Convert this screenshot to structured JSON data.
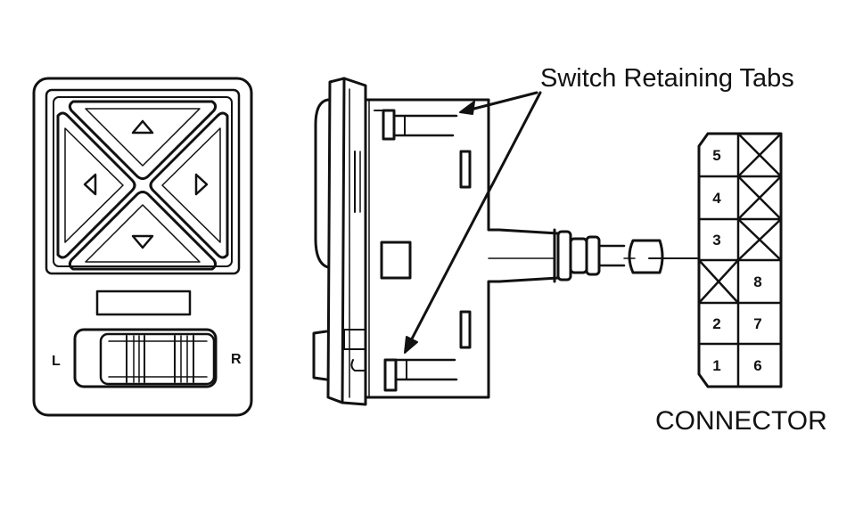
{
  "callout": {
    "label": "Switch Retaining Tabs"
  },
  "connector": {
    "title": "CONNECTOR",
    "pins_left": [
      "5",
      "4",
      "3",
      "",
      "2",
      "1"
    ],
    "pins_right": [
      "",
      "",
      "",
      "8",
      "7",
      "6"
    ]
  },
  "front_view": {
    "left_label": "L",
    "right_label": "R"
  },
  "colors": {
    "line": "#111111",
    "background": "#ffffff"
  }
}
